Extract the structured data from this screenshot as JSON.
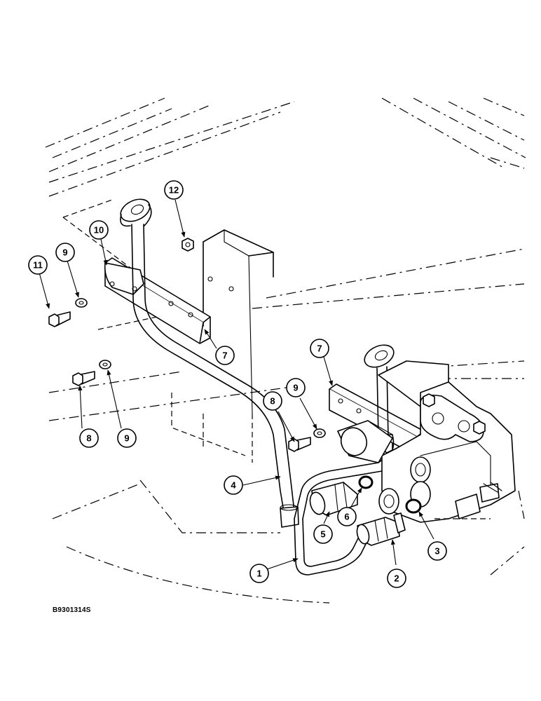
{
  "figure": {
    "code": "B9301314S"
  },
  "callouts": [
    "1",
    "2",
    "3",
    "4",
    "5",
    "6",
    "7",
    "7",
    "8",
    "8",
    "9",
    "9",
    "9",
    "10",
    "11",
    "12"
  ]
}
